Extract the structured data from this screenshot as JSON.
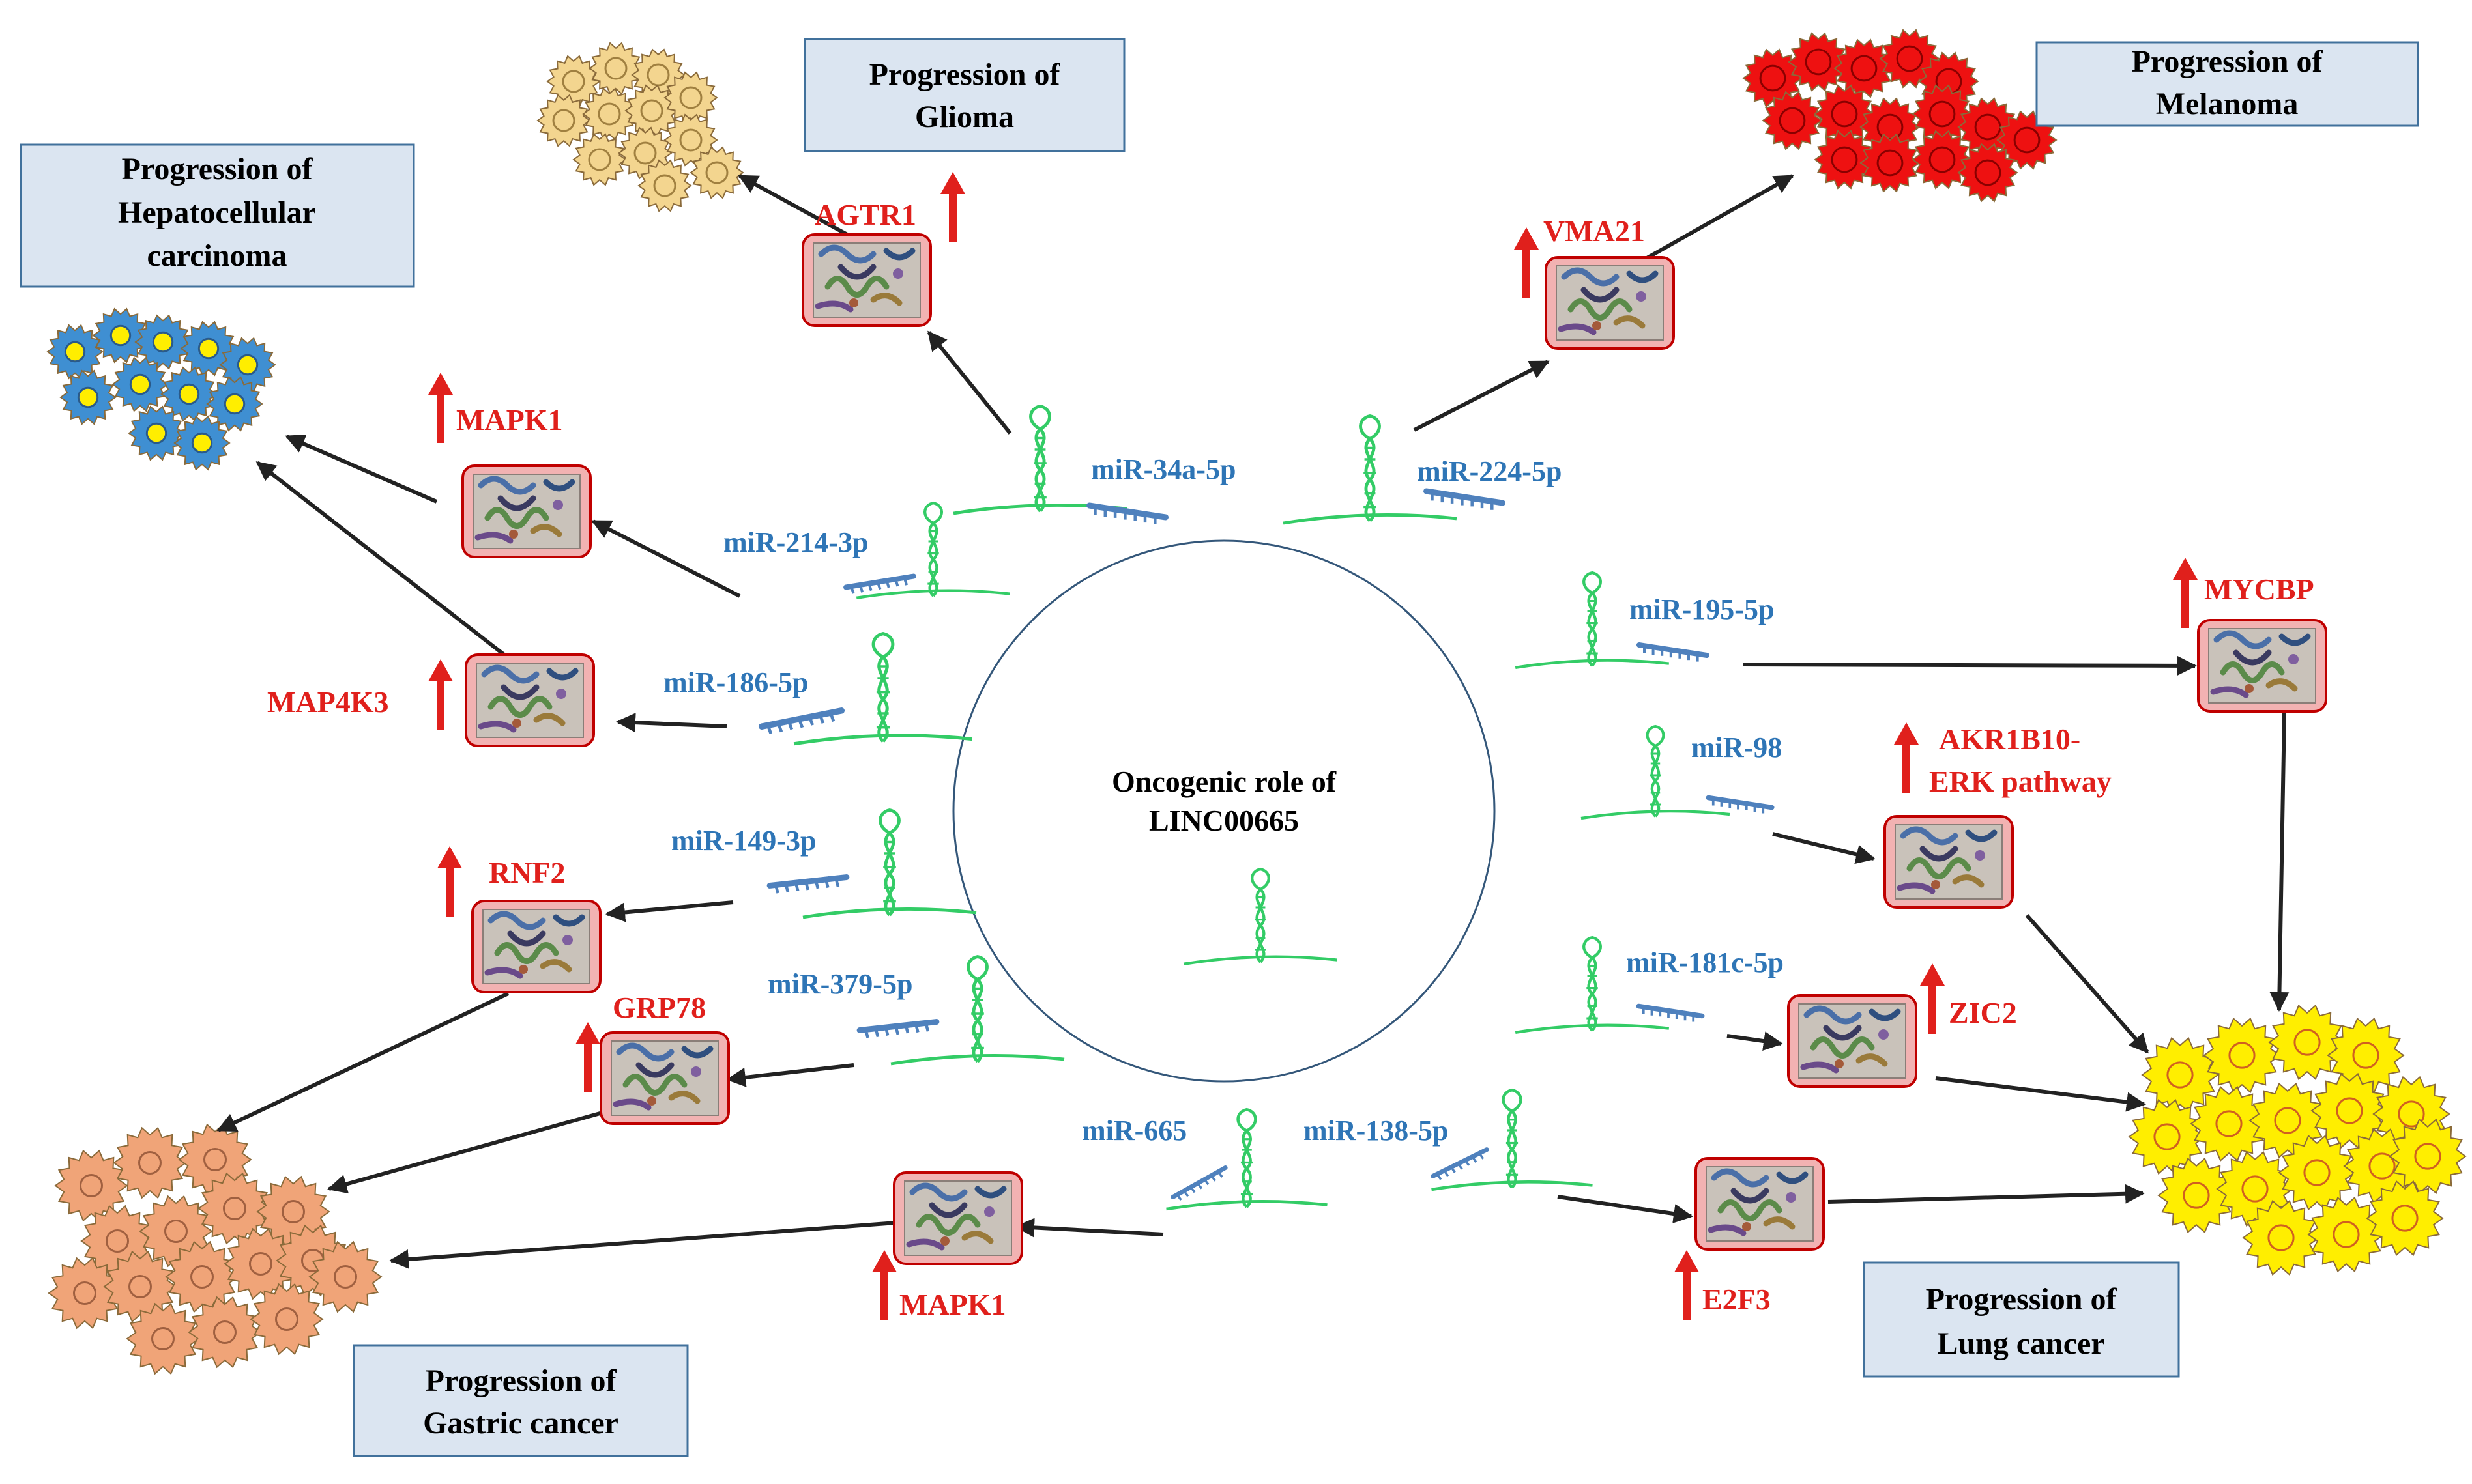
{
  "center": {
    "line1": "Oncogenic role of",
    "line2": "LINC00665"
  },
  "diseases": {
    "glioma": {
      "line1": "Progression of",
      "line2": "Glioma",
      "color": "#f3d58f"
    },
    "melanoma": {
      "line1": "Progression of",
      "line2": "Melanoma",
      "color": "#ee1111"
    },
    "hcc": {
      "line1": "Progression of",
      "line2": "Hepatocellular",
      "line3": "carcinoma",
      "color": "#3f8fd2"
    },
    "gastric": {
      "line1": "Progression of",
      "line2": "Gastric cancer",
      "color": "#f0a478"
    },
    "lung": {
      "line1": "Progression of",
      "line2": "Lung cancer",
      "color": "#ffee00"
    }
  },
  "mirnas": {
    "mir34a": "miR-34a-5p",
    "mir224": "miR-224-5p",
    "mir214": "miR-214-3p",
    "mir186": "miR-186-5p",
    "mir149": "miR-149-3p",
    "mir379": "miR-379-5p",
    "mir665": "miR-665",
    "mir138": "miR-138-5p",
    "mir195": "miR-195-5p",
    "mir98": "miR-98",
    "mir181": "miR-181c-5p"
  },
  "genes": {
    "agtr1": "AGTR1",
    "vma21": "VMA21",
    "mapk1_top": "MAPK1",
    "map4k3": "MAP4K3",
    "rnf2": "RNF2",
    "grp78": "GRP78",
    "mapk1_bottom": "MAPK1",
    "e2f3": "E2F3",
    "mycbp": "MYCBP",
    "akr1b10_line1": "AKR1B10-",
    "akr1b10_line2": "ERK pathway",
    "zic2": "ZIC2"
  },
  "colors": {
    "rna": "#33cc66",
    "mirna": "#4f81bd",
    "upregulation_arrow": "#e0201c",
    "protein_box_border": "#c00000",
    "connector": "#222222"
  }
}
